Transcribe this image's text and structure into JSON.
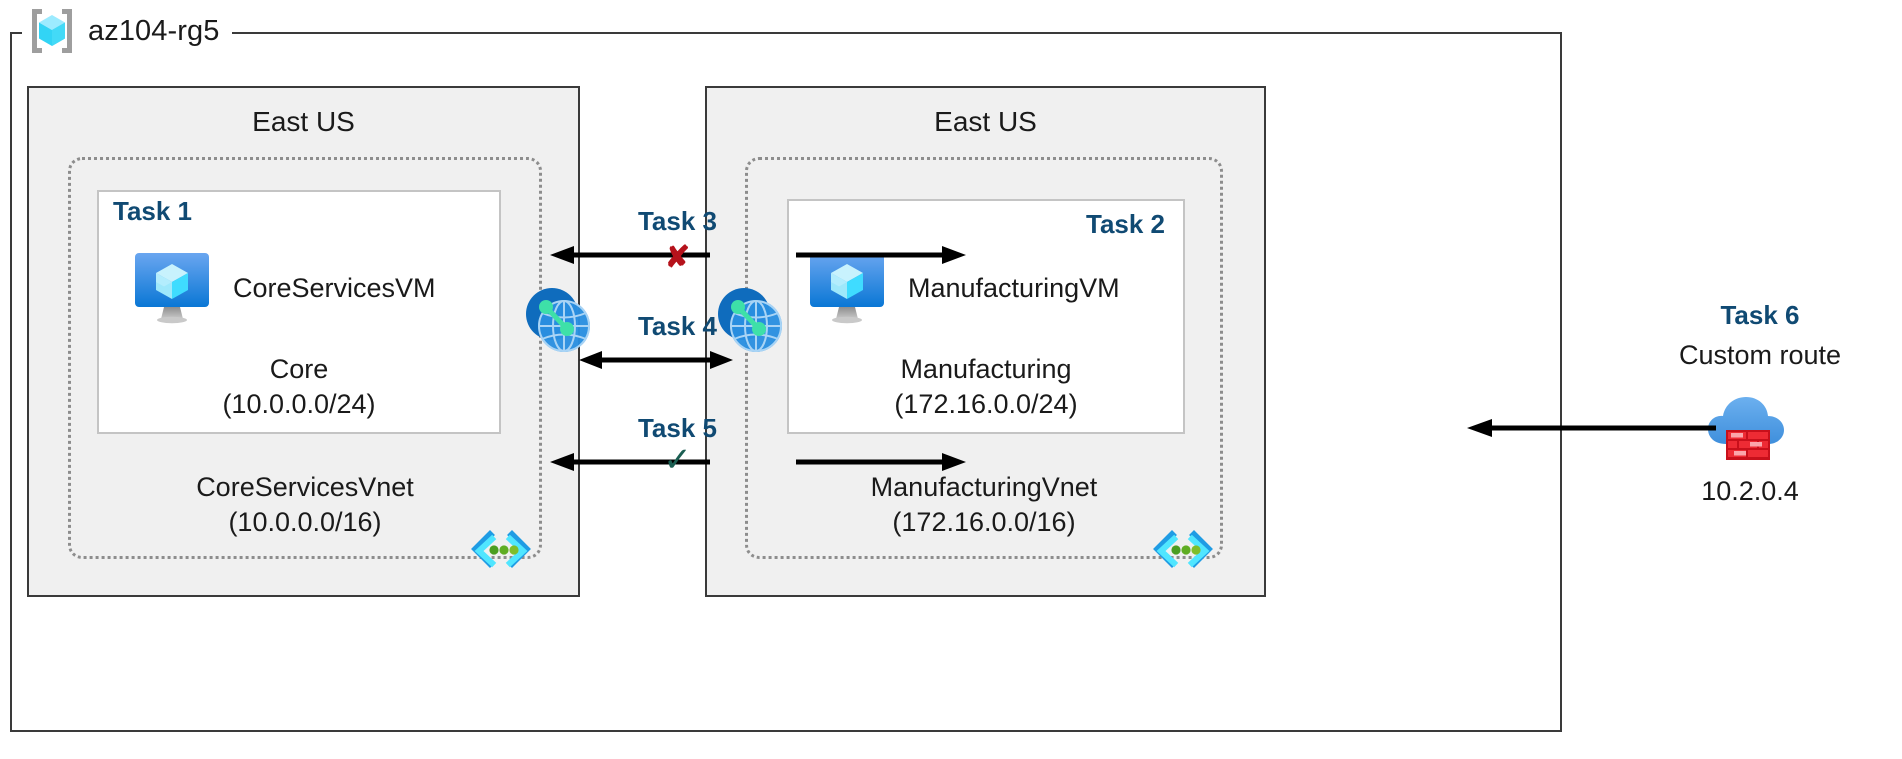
{
  "diagram": {
    "type": "azure-network-architecture",
    "resource_group": {
      "name": "az104-rg5",
      "icon": "resource-group-cube-icon"
    },
    "regions": [
      {
        "id": "left",
        "label": "East US",
        "vnet": {
          "name": "CoreServicesVnet",
          "address_space": "(10.0.0.0/16)",
          "subnet_icon": "subnet-brackets-icon",
          "subnet": {
            "task_tag": "Task 1",
            "vm_name": "CoreServicesVM",
            "vm_icon": "virtual-machine-icon",
            "name": "Core",
            "address_range": "(10.0.0.0/24)"
          }
        }
      },
      {
        "id": "right",
        "label": "East US",
        "vnet": {
          "name": "ManufacturingVnet",
          "address_space": "(172.16.0.0/16)",
          "subnet_icon": "subnet-brackets-icon",
          "subnet": {
            "task_tag": "Task 2",
            "vm_name": "ManufacturingVM",
            "vm_icon": "virtual-machine-icon",
            "name": "Manufacturing",
            "address_range": "(172.16.0.0/24)"
          }
        }
      }
    ],
    "peering_icons": [
      {
        "id": "left-peering",
        "icon": "vnet-peering-globe-icon"
      },
      {
        "id": "right-peering",
        "icon": "vnet-peering-globe-icon"
      }
    ],
    "connections": [
      {
        "id": "task3",
        "label": "Task 3",
        "marker": "✘",
        "marker_kind": "x",
        "direction": "bidirectional-split",
        "description": "blocked connectivity between VNets"
      },
      {
        "id": "task4",
        "label": "Task 4",
        "marker": "",
        "marker_kind": "none",
        "direction": "bidirectional",
        "description": "VNet peering between CoreServicesVnet and ManufacturingVnet"
      },
      {
        "id": "task5",
        "label": "Task 5",
        "marker": "✓",
        "marker_kind": "check",
        "direction": "bidirectional-split",
        "description": "verified connectivity between VNets"
      }
    ],
    "firewall": {
      "task_label": "Task 6",
      "title": "Custom route",
      "ip": "10.2.0.4",
      "icon": "azure-firewall-cloud-icon",
      "arrow_direction": "left"
    }
  },
  "colors": {
    "task_blue": "#104a73",
    "region_fill": "#f0f0f0",
    "region_border": "#3a3a3a",
    "vnet_border": "#8d8d8d",
    "subnet_border": "#c4c4c4",
    "x_red": "#b5121b",
    "check_green": "#1b5e52",
    "azure_blue": "#0078d4",
    "firewall_red": "#e01b24"
  }
}
